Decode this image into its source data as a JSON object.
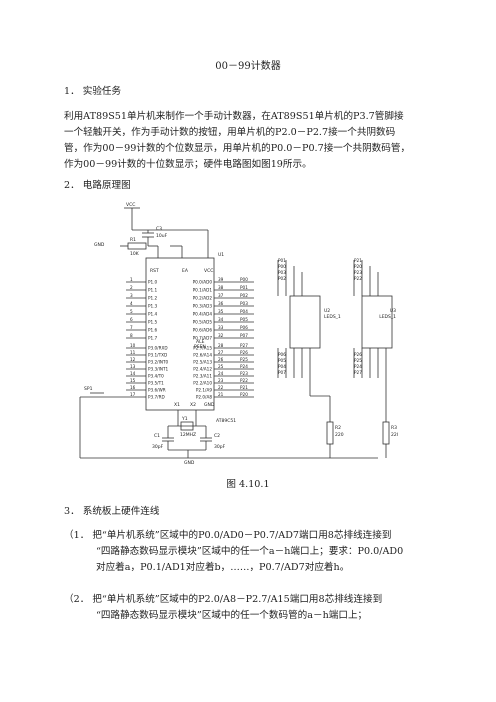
{
  "title": "00－99计数器",
  "section1": {
    "heading": "1． 实验任务"
  },
  "paragraph": {
    "line1": "利用AT89S51单片机来制作一个手动计数器，在AT89S51单片机的P3.7管脚接",
    "line2": "一个轻触开关，作为手动计数的按钮，用单片机的P2.0－P2.7接一个共阴数码",
    "line3": "管，作为00－99计数的个位数显示，用单片机的P0.0－P0.7接一个共阴数码管，",
    "line4": "作为00－99计数的十位数显示；硬件电路图如图19所示。"
  },
  "section2": {
    "heading": "2． 电路原理图"
  },
  "figure": {
    "caption": "图 4.10.1",
    "labels": {
      "vcc": "VCC",
      "gnd": "GND",
      "c3": "C3",
      "c3v": "10uF",
      "r1": "R1",
      "r1v": "10K",
      "u1": "U1",
      "chip": "AT89C51",
      "u2": "U2",
      "u3": "U3",
      "leds1": "LEDS_1",
      "leds2": "LEDS_1",
      "r2": "R2",
      "r2v": "220",
      "r3": "R3",
      "r3v": "220",
      "sp1": "SP1",
      "y1": "Y1",
      "y1v": "12MHZ",
      "c1": "C1",
      "c1v": "30pF",
      "c2": "C2",
      "c2v": "30pF",
      "rst": "RST",
      "ea": "EA",
      "vccpin": "VCC",
      "gndpin": "GND",
      "ale": "ALE",
      "psen": "PSEN",
      "x1": "X1",
      "x2": "X2"
    },
    "left_pins": [
      "P1.0",
      "P1.1",
      "P1.2",
      "P1.3",
      "P1.4",
      "P1.5",
      "P1.6",
      "P1.7"
    ],
    "left_pin_nums": [
      "1",
      "2",
      "3",
      "4",
      "5",
      "6",
      "7",
      "8"
    ],
    "p3_pins": [
      "P3.0/RXD",
      "P3.1/TXD",
      "P3.2/INT0",
      "P3.3/INT1",
      "P3.4/T0",
      "P3.5/T1",
      "P3.6/WR",
      "P3.7/RD"
    ],
    "p3_pin_nums": [
      "10",
      "11",
      "12",
      "13",
      "14",
      "15",
      "16",
      "17"
    ],
    "p0_pins": [
      "P0.0/AD0",
      "P0.1/AD1",
      "P0.2/AD2",
      "P0.3/AD3",
      "P0.4/AD4",
      "P0.5/AD5",
      "P0.6/AD6",
      "P0.7/AD7"
    ],
    "p0_pin_nums": [
      "39",
      "38",
      "37",
      "36",
      "35",
      "34",
      "33",
      "32"
    ],
    "p0_nets": [
      "P00",
      "P01",
      "P02",
      "P03",
      "P04",
      "P05",
      "P06",
      "P07"
    ],
    "p2_pins": [
      "P2.7/A15",
      "P2.6/A14",
      "P2.5/A13",
      "P2.4/A12",
      "P2.3/A11",
      "P2.2/A10",
      "P2.1/A9",
      "P2.0/A8"
    ],
    "p2_pin_nums": [
      "28",
      "27",
      "26",
      "25",
      "24",
      "23",
      "22",
      "21"
    ],
    "p2_nets": [
      "P27",
      "P26",
      "P25",
      "P24",
      "P23",
      "P22",
      "P21",
      "P20"
    ],
    "u2_top_nets": [
      "P01",
      "P00",
      "P03",
      "P02"
    ],
    "u2_bot_nets": [
      "P06",
      "P05",
      "P04",
      "P07"
    ],
    "u3_top_nets": [
      "P21",
      "P20",
      "P23",
      "P22"
    ],
    "u3_bot_nets": [
      "P26",
      "P25",
      "P24",
      "P27"
    ]
  },
  "section3": {
    "heading": "3． 系统板上硬件连线"
  },
  "item1": {
    "line1": "（1． 把“单片机系统”区域中的P0.0/AD0－P0.7/AD7端口用8芯排线连接到",
    "line2": "“四路静态数码显示模块”区域中的任一个a－h端口上；要求：P0.0/AD0",
    "line3": "对应着a，P0.1/AD1对应着b，……，P0.7/AD7对应着h。"
  },
  "item2": {
    "line1": "（2． 把“单片机系统”区域中的P2.0/A8－P2.7/A15端口用8芯排线连接到",
    "line2": "“四路静态数码显示模块”区域中的任一个数码管的a－h端口上；"
  }
}
